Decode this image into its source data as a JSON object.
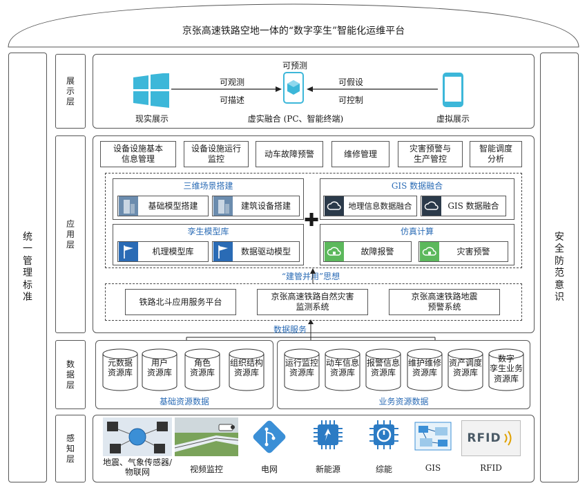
{
  "title": "京张高速铁路空地一体的“数字孪生”智能化运维平台",
  "left_side": [
    "统",
    "一",
    "管",
    "理",
    "标",
    "准"
  ],
  "right_side": [
    "安",
    "全",
    "防",
    "范",
    "意",
    "识"
  ],
  "layers": {
    "display": [
      "展",
      "示",
      "层"
    ],
    "application": [
      "应",
      "用",
      "层"
    ],
    "data": [
      "数",
      "据",
      "层"
    ],
    "perception": [
      "感",
      "知",
      "层"
    ]
  },
  "display_layer": {
    "real": "现实展示",
    "virtual": "虚拟展示",
    "fusion": "虚实融合 (PC、智能终端)",
    "predict": "可预测",
    "observe": "可观测",
    "describe": "可描述",
    "assume": "可假设",
    "control": "可控制"
  },
  "app_top": [
    "设备设施基本\n信息管理",
    "设备设施运行\n监控",
    "动车故障预警",
    "维修管理",
    "灾害预警与\n生产管控",
    "智能调度\n分析"
  ],
  "scene": {
    "title": "三维场景搭建",
    "items": [
      "基础模型搭建",
      "建筑设备搭建"
    ]
  },
  "gis": {
    "title": "GIS 数据融合",
    "items": [
      "地理信息数据融合",
      "GIS 数据融合"
    ]
  },
  "twin": {
    "title": "孪生模型库",
    "items": [
      "机理模型库",
      "数据驱动模型"
    ]
  },
  "sim": {
    "title": "仿真计算",
    "items": [
      "故障报警",
      "灾害预警"
    ]
  },
  "concept": "“建管并用”思想",
  "systems": [
    "铁路北斗应用服务平台",
    "京张高速铁路自然灾害\n监测系统",
    "京张高速铁路地震\n预警系统"
  ],
  "data_service": "数据服务",
  "base_data": {
    "label": "基础资源数据",
    "items": [
      "元数据\n资源库",
      "用户\n资源库",
      "角色\n资源库",
      "组织结构\n资源库"
    ]
  },
  "biz_data": {
    "label": "业务资源数据",
    "items": [
      "运行监控\n资源库",
      "动车信息\n资源库",
      "报警信息\n资源库",
      "维护维修\n资源库",
      "资产调度\n资源库",
      "数字\n孪生业务\n资源库"
    ]
  },
  "perception": [
    "地震、气象传感器/\n物联网",
    "视频监控",
    "电网",
    "新能源",
    "综能",
    "GIS",
    "RFID"
  ],
  "rfid_logo": "RFID",
  "colors": {
    "accent": "#2a6bb5",
    "teal": "#3cb7d9",
    "green": "#5cb85c",
    "dark": "#2b3a4a"
  }
}
